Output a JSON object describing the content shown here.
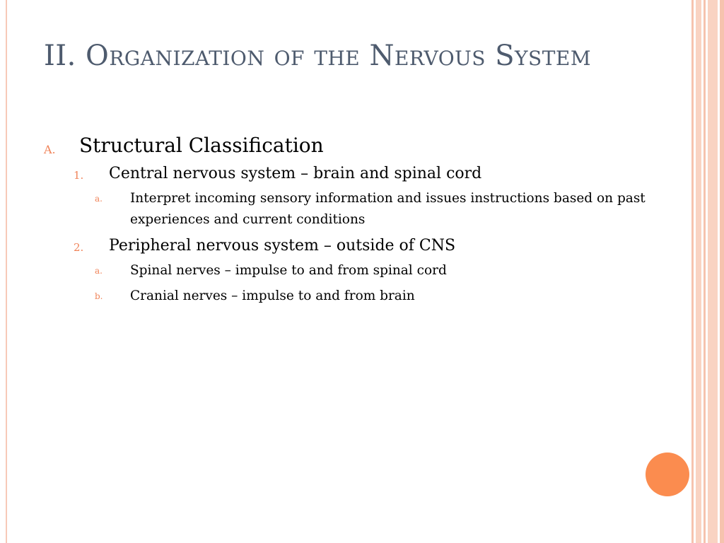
{
  "slide": {
    "title": "II. Organization of the Nervous System",
    "colors": {
      "title": "#4e5b6e",
      "marker": "#f0845a",
      "accent_circle": "#fb8c4f",
      "stripe": "#f6c3ae"
    },
    "outline": {
      "section_a": {
        "marker": "A.",
        "text": "Structural Classification"
      },
      "item_1": {
        "marker": "1.",
        "text": "Central nervous system – brain and spinal cord"
      },
      "item_1a": {
        "marker": "a.",
        "text": "Interpret incoming sensory information and issues instructions based on past experiences and current conditions"
      },
      "item_2": {
        "marker": "2.",
        "text": "Peripheral nervous system – outside of CNS"
      },
      "item_2a": {
        "marker": "a.",
        "text": "Spinal nerves – impulse to and from spinal cord"
      },
      "item_2b": {
        "marker": "b.",
        "text": "Cranial nerves – impulse to and from brain"
      }
    }
  }
}
